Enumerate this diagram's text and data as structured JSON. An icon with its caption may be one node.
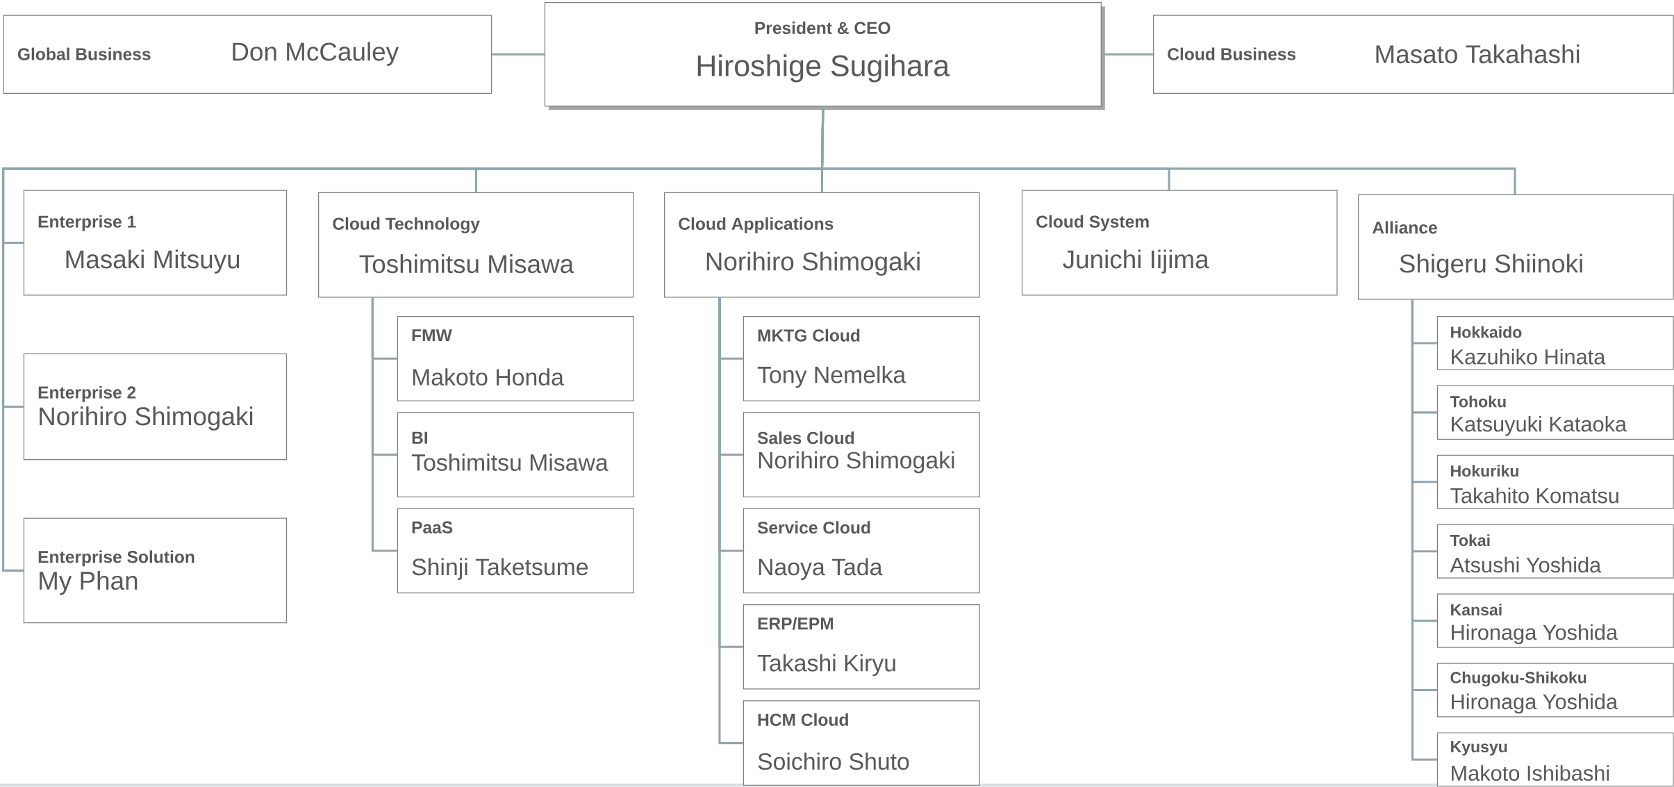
{
  "diagram": {
    "nodes": [
      {
        "text": [
          "President & CEO",
          "Hiroshige Sugihara"
        ]
      },
      {
        "text": [
          "Global Business",
          "Don McCauley"
        ]
      },
      {
        "text": [
          "Cloud Business",
          "Masato Takahashi"
        ]
      },
      {
        "text": [
          "Enterprise 1",
          "Masaki Mitsuyu"
        ]
      },
      {
        "text": [
          "Enterprise 2",
          "Norihiro Shimogaki"
        ]
      },
      {
        "text": [
          "Enterprise Solution",
          "My Phan"
        ]
      },
      {
        "text": [
          "Cloud Technology",
          "Toshimitsu Misawa"
        ]
      },
      {
        "text": [
          "FMW",
          "Makoto Honda"
        ]
      },
      {
        "text": [
          "BI",
          "Toshimitsu Misawa"
        ]
      },
      {
        "text": [
          "PaaS",
          "Shinji Taketsume"
        ]
      },
      {
        "text": [
          "Cloud Applications",
          "Norihiro Shimogaki"
        ]
      },
      {
        "text": [
          "MKTG Cloud",
          "Tony Nemelka"
        ]
      },
      {
        "text": [
          "Sales Cloud",
          "Norihiro Shimogaki"
        ]
      },
      {
        "text": [
          "Service Cloud",
          "Naoya Tada"
        ]
      },
      {
        "text": [
          "ERP/EPM",
          "Takashi Kiryu"
        ]
      },
      {
        "text": [
          "HCM Cloud",
          "Soichiro Shuto"
        ]
      },
      {
        "text": [
          "Cloud System",
          "Junichi Iijima"
        ]
      },
      {
        "text": [
          "Alliance",
          "Shigeru Shiinoki"
        ]
      },
      {
        "text": [
          "Hokkaido",
          "Kazuhiko Hinata"
        ]
      },
      {
        "text": [
          "Tohoku",
          "Katsuyuki Kataoka"
        ]
      },
      {
        "text": [
          "Hokuriku",
          "Takahito Komatsu"
        ]
      },
      {
        "text": [
          "Tokai",
          "Atsushi Yoshida"
        ]
      },
      {
        "text": [
          "Kansai",
          "Hironaga Yoshida"
        ]
      },
      {
        "text": [
          "Chugoku-Shikoku",
          "Hironaga Yoshida"
        ]
      },
      {
        "text": [
          "Kyusyu",
          "Makoto Ishibashi"
        ]
      }
    ],
    "edges": [
      {
        "from": 0,
        "to": 1,
        "arrow": "none"
      },
      {
        "from": 0,
        "to": 2,
        "arrow": "none"
      },
      {
        "from": 0,
        "to": 3,
        "arrow": "none"
      },
      {
        "from": 0,
        "to": 4,
        "arrow": "none"
      },
      {
        "from": 0,
        "to": 5,
        "arrow": "none"
      },
      {
        "from": 0,
        "to": 6,
        "arrow": "none"
      },
      {
        "from": 0,
        "to": 10,
        "arrow": "none"
      },
      {
        "from": 0,
        "to": 16,
        "arrow": "none"
      },
      {
        "from": 0,
        "to": 17,
        "arrow": "none"
      },
      {
        "from": 6,
        "to": 7,
        "arrow": "none"
      },
      {
        "from": 6,
        "to": 8,
        "arrow": "none"
      },
      {
        "from": 6,
        "to": 9,
        "arrow": "none"
      },
      {
        "from": 10,
        "to": 11,
        "arrow": "none"
      },
      {
        "from": 10,
        "to": 12,
        "arrow": "none"
      },
      {
        "from": 10,
        "to": 13,
        "arrow": "none"
      },
      {
        "from": 10,
        "to": 14,
        "arrow": "none"
      },
      {
        "from": 10,
        "to": 15,
        "arrow": "none"
      },
      {
        "from": 17,
        "to": 18,
        "arrow": "none"
      },
      {
        "from": 17,
        "to": 19,
        "arrow": "none"
      },
      {
        "from": 17,
        "to": 20,
        "arrow": "none"
      },
      {
        "from": 17,
        "to": 21,
        "arrow": "none"
      },
      {
        "from": 17,
        "to": 22,
        "arrow": "none"
      },
      {
        "from": 17,
        "to": 23,
        "arrow": "none"
      },
      {
        "from": 17,
        "to": 24,
        "arrow": "none"
      }
    ]
  }
}
